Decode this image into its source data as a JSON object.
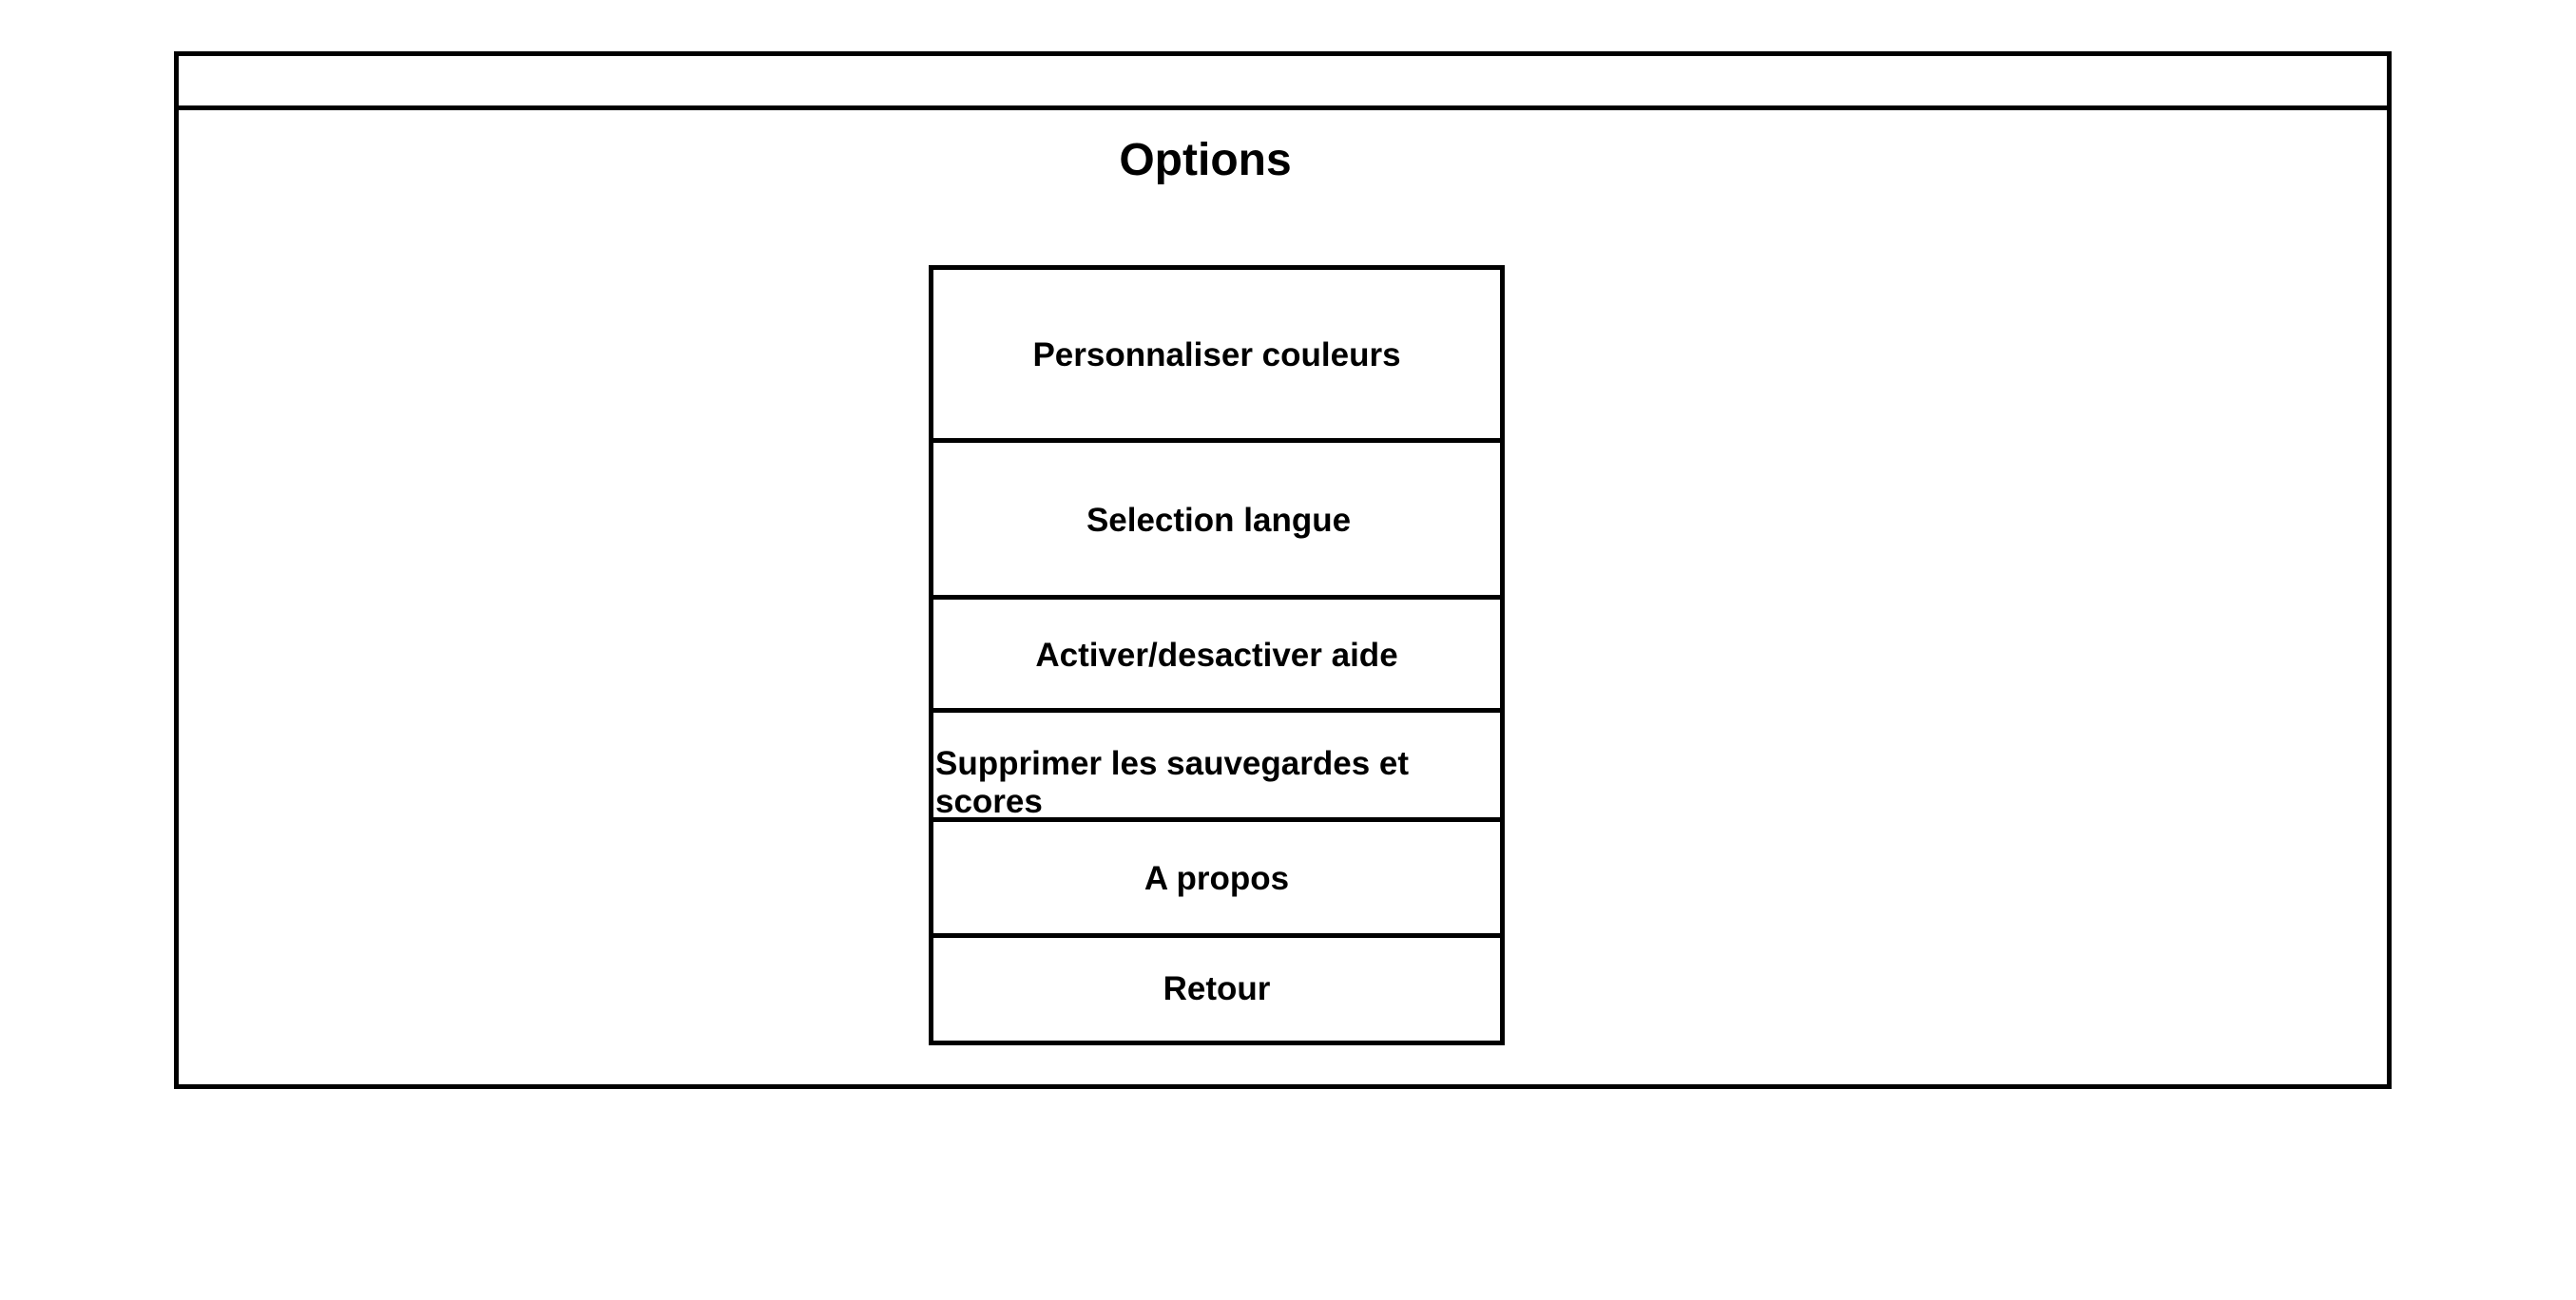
{
  "page": {
    "title": "Options"
  },
  "menu": {
    "items": [
      {
        "label": "Personnaliser couleurs"
      },
      {
        "label": "Selection langue"
      },
      {
        "label": "Activer/desactiver aide"
      },
      {
        "label": "Supprimer les sauvegardes et scores"
      },
      {
        "label": "A propos"
      },
      {
        "label": "Retour"
      }
    ]
  }
}
